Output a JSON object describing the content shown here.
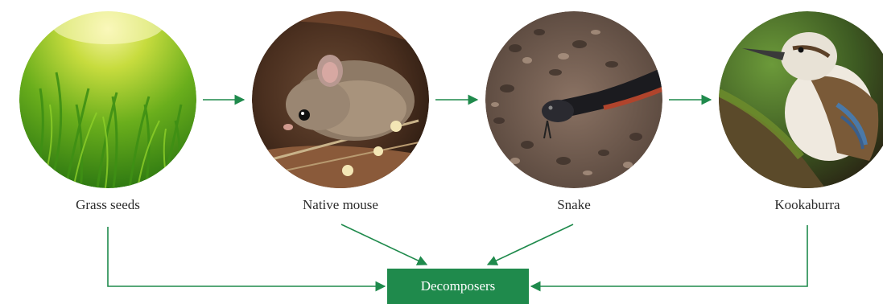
{
  "title": "",
  "organisms": [
    {
      "id": "grass-seeds",
      "label": "Grass seeds"
    },
    {
      "id": "native-mouse",
      "label": "Native mouse"
    },
    {
      "id": "snake",
      "label": "Snake"
    },
    {
      "id": "kookaburra",
      "label": "Kookaburra"
    }
  ],
  "decomposers": {
    "label": "Decomposers"
  },
  "colors": {
    "arrow": "#1f8a4c",
    "decomposer_box": "#1f8a4c",
    "label_text": "#2b2b2b"
  },
  "food_chain_links": [
    {
      "from": "grass-seeds",
      "to": "native-mouse"
    },
    {
      "from": "native-mouse",
      "to": "snake"
    },
    {
      "from": "snake",
      "to": "kookaburra"
    }
  ],
  "decomposer_links": [
    {
      "from": "grass-seeds",
      "to": "decomposers"
    },
    {
      "from": "native-mouse",
      "to": "decomposers"
    },
    {
      "from": "snake",
      "to": "decomposers"
    },
    {
      "from": "kookaburra",
      "to": "decomposers"
    }
  ]
}
